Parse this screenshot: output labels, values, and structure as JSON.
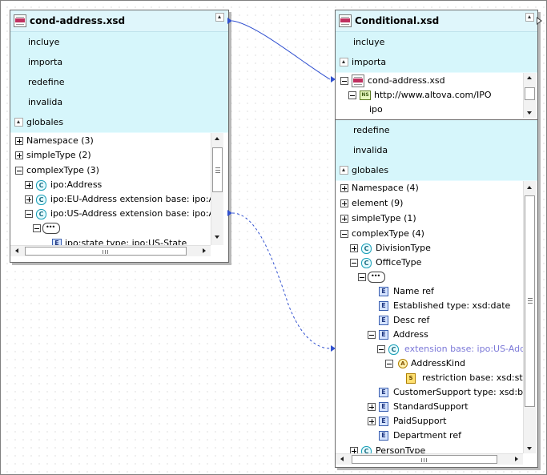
{
  "left_box": {
    "title": "cond-address.xsd",
    "sections": [
      "incluye",
      "importa",
      "redefine",
      "invalida"
    ],
    "globals_label": "globales",
    "tree": [
      {
        "label": "Namespace (3)"
      },
      {
        "label": "simpleType (2)"
      },
      {
        "label": "complexType (3)"
      },
      {
        "label": "ipo:Address"
      },
      {
        "label": "ipo:EU-Address  extension base: ipo:Add"
      },
      {
        "label": "ipo:US-Address  extension base: ipo:Add"
      },
      {
        "label": "ipo:state  type: ipo:US-State"
      }
    ]
  },
  "right_box": {
    "title": "Conditional.xsd",
    "sections_top": [
      "incluye"
    ],
    "importa_label": "importa",
    "import_tree": [
      {
        "label": "cond-address.xsd"
      },
      {
        "label": "http://www.altova.com/IPO"
      },
      {
        "label": "ipo"
      }
    ],
    "sections_mid": [
      "redefine",
      "invalida"
    ],
    "globals_label": "globales",
    "tree": [
      {
        "label": "Namespace (4)"
      },
      {
        "label": "element (9)"
      },
      {
        "label": "simpleType (1)"
      },
      {
        "label": "complexType (4)"
      },
      {
        "label": "DivisionType"
      },
      {
        "label": "OfficeType"
      },
      {
        "label": "Name  ref"
      },
      {
        "label": "Established  type: xsd:date"
      },
      {
        "label": "Desc  ref"
      },
      {
        "label": "Address"
      },
      {
        "label": "extension base: ipo:US-Addre"
      },
      {
        "label": "AddressKind"
      },
      {
        "label": "restriction base: xsd:strin"
      },
      {
        "label": "CustomerSupport  type: xsd:bool"
      },
      {
        "label": "StandardSupport"
      },
      {
        "label": "PaidSupport"
      },
      {
        "label": "Department  ref"
      },
      {
        "label": "PersonType"
      }
    ]
  },
  "icon_letters": {
    "complex": "C",
    "element": "E",
    "attribute": "A",
    "simple": "S",
    "namespace": "NS"
  },
  "colors": {
    "connector": "#3050d0",
    "header_bg": "#dff6fb",
    "section_bg": "#d6f6fb",
    "extension_text": "#7b78d8"
  }
}
